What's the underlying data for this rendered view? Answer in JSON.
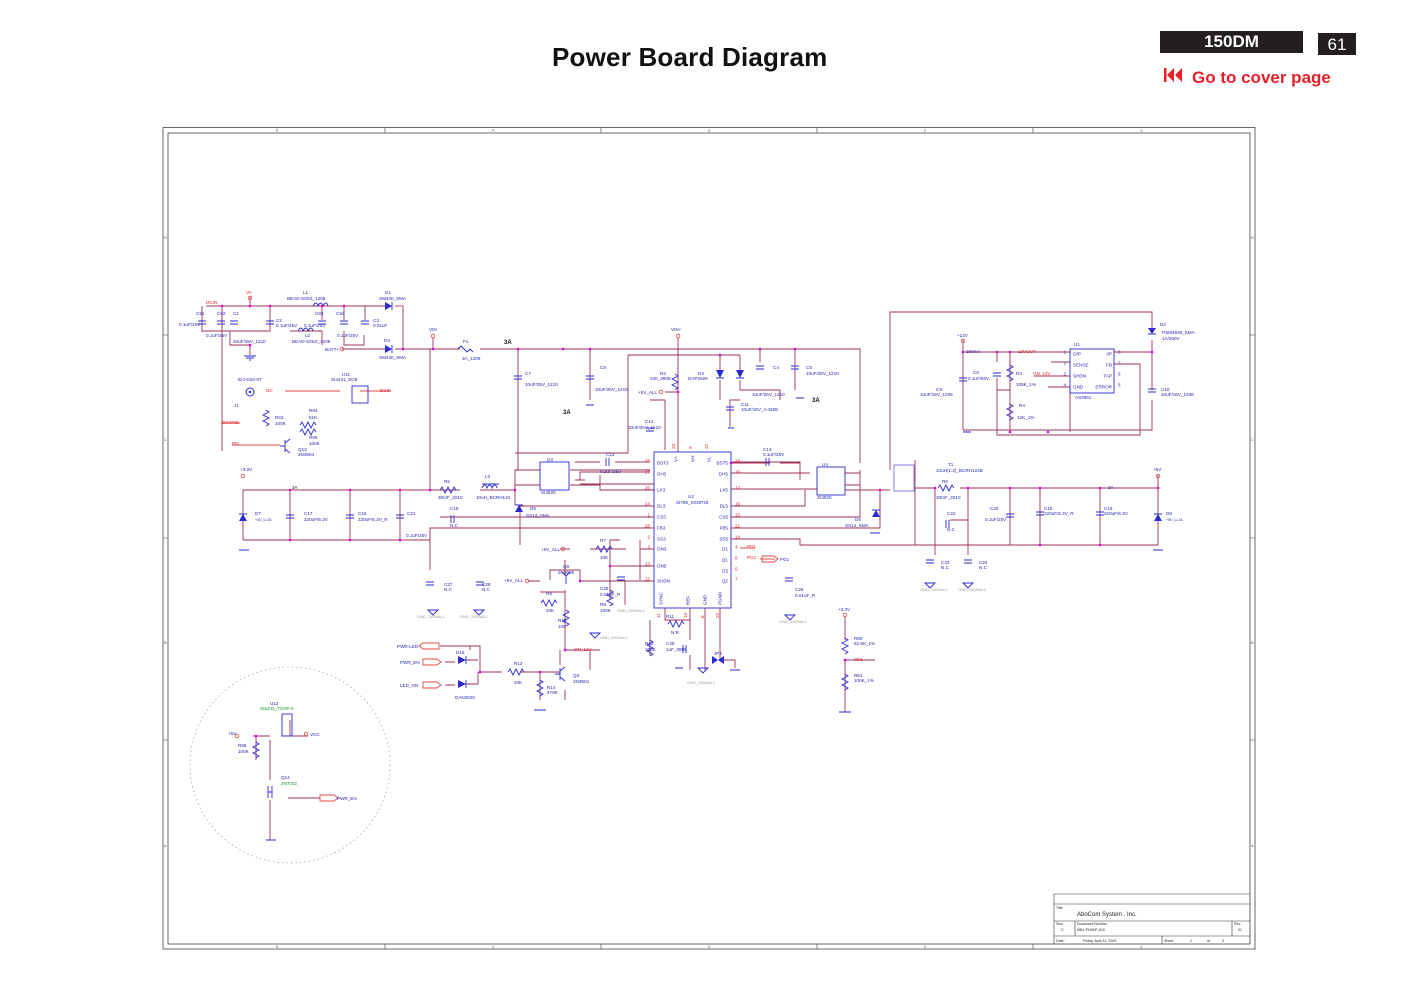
{
  "header": {
    "title": "Power Board  Diagram",
    "model": "150DM",
    "page": "61",
    "cover_link": "Go to cover page",
    "accent": "#e4202a"
  },
  "frame": {
    "columns": [
      "5",
      "4",
      "3",
      "2",
      "1"
    ],
    "rows": [
      "D",
      "C",
      "B",
      "A"
    ]
  },
  "title_block": {
    "title_label": "Title",
    "company": "AboCom System , Inc.",
    "size_label": "Size",
    "size": "C",
    "docnum_label": "Document Number",
    "docnum": "MB1-PH3KP-A10",
    "rev_label": "Rev",
    "rev": "01",
    "date_label": "Date:",
    "date": "Friday, April 11, 2003",
    "sheet_label": "Sheet",
    "sheet": "1",
    "of_label": "of",
    "sheets": "3"
  },
  "input": [
    "DCIN",
    "VA",
    "L1",
    "BEAD-S0SZ_1206",
    "D1",
    "SM340_SMA",
    "C91",
    "0.1uF/25V",
    "C92",
    "C1",
    "C2",
    "0.1uF/25V",
    "C93",
    "C94",
    "C3",
    "0.01uF",
    "0.1uF/25V",
    "10uF/25V_1210",
    "0.1uF/25V",
    "L2",
    "BEAD-S0SZ_1206",
    "0.1uF/25V",
    "BATT+",
    "D3",
    "SM340_SMA",
    "VIN",
    "F1",
    "3A_1206",
    "3A"
  ],
  "dcjack": [
    "J1",
    "IDJ-D22-6T",
    "DC",
    "DCGND",
    "PD",
    "U11",
    "SI4431_SO8",
    "DCIN",
    "R63",
    "100K",
    "R64",
    "51K",
    "R65",
    "100K",
    "Q13",
    "2N3904"
  ],
  "out33": [
    "+3.3V",
    "D7",
    "+3V_LL34",
    "3A",
    "C17",
    "220uF/6.3V",
    "C18",
    "220uF/6.3V_R",
    "C21",
    "0.1uF/25V",
    "R5",
    "30mF_2010",
    "L3",
    "10uH_BCRH124",
    "C19",
    "N.C",
    "D5",
    "SS14_SMA",
    "U3",
    "SI4920",
    "C13",
    "0.1uF/25V"
  ],
  "mid": [
    "C7",
    "10uF/25V_1210",
    "C8",
    "10uF/25V_1210",
    "3A",
    "VIN+",
    "R2",
    "100_0805",
    "D4",
    "DAP202K",
    "C4",
    "C5",
    "10uF/25V_1210",
    "+5V_ALL",
    "10uF/25V_1210",
    "C11",
    "10uF/16V_A-SIZE",
    "C12",
    "10uF/25V_1210",
    "3A",
    "C14",
    "0.1uF/25V",
    "U4",
    "SI4920",
    "D6",
    "SS14_SMA",
    "PD1",
    "PG1",
    "PG1",
    "C26",
    "0.01uF_R"
  ],
  "u2": {
    "ref": "U2",
    "part": "SI786_SSOP28",
    "left": [
      [
        "BST3",
        "25"
      ],
      [
        "DH3",
        "27"
      ],
      [
        "LX3",
        "26"
      ],
      [
        "DL3",
        "24"
      ],
      [
        "CS3",
        "1"
      ],
      [
        "FB3",
        "28"
      ],
      [
        "SS3",
        "2"
      ],
      [
        "ON3",
        "3"
      ],
      [
        "ON5",
        "13"
      ],
      [
        "SHDN",
        "12"
      ]
    ],
    "right": [
      [
        "BST5",
        "18"
      ],
      [
        "DH5",
        "16"
      ],
      [
        "LX5",
        "17"
      ],
      [
        "DL5",
        "19"
      ],
      [
        "CS5",
        "15"
      ],
      [
        "FB5",
        "21"
      ],
      [
        "SS5",
        "14"
      ],
      [
        "D1",
        "4"
      ],
      [
        "Q1",
        "8"
      ],
      [
        "D2",
        "5"
      ],
      [
        "Q2",
        "7"
      ]
    ],
    "top": [
      [
        "V+",
        "23"
      ],
      [
        "VH",
        "9"
      ],
      [
        "VL",
        "22"
      ]
    ],
    "bottom": [
      [
        "SYNC",
        "11"
      ],
      [
        "REF",
        "10"
      ],
      [
        "GND",
        "6"
      ],
      [
        "PGND",
        "20"
      ]
    ]
  },
  "control": [
    "+5V_ALL",
    "R7",
    "10K",
    "C27",
    "N.C",
    "C28",
    "N.C",
    "Q8",
    "2N3906",
    "+5V_ALL",
    "R8",
    "10K",
    "R9",
    "100K",
    "C25",
    "0.01uF_R",
    "R10",
    "10K",
    "R11",
    "N.R",
    "R12",
    "100K",
    "C29",
    "1uF_0805",
    "JP2",
    "ON_12V",
    "PWR-LED",
    "D15",
    "PWR_EN",
    "LED_ON",
    "R13",
    "10K",
    "Q3",
    "2N3904",
    "R14",
    "470K",
    "DAN202K",
    "+3.3V",
    "R60",
    "82.5K_1%",
    "PD1",
    "R61",
    "100K_1%"
  ],
  "gnd_signal": "GND_SIGNAL1",
  "vcc": [
    "U12",
    "SI6443_TSOP-6",
    "+5V",
    "VCC",
    "R66",
    "100K",
    "Q14",
    "2N7002",
    "PWR_EN"
  ],
  "reg12": [
    "D2",
    "PSM4935_SMA",
    "1A/200V",
    "+12V",
    "150mA",
    "12VOUT",
    "U1",
    "C6",
    "0.1uF/50V",
    "R3",
    "105K_1%",
    "ON_12V",
    "C9",
    "10uF/16V_1206",
    "R4",
    "12K_1%",
    "AS2951",
    "C10",
    "10uF/16V_1206"
  ],
  "u1": {
    "left": [
      [
        "O/P",
        "1"
      ],
      [
        "SENSE",
        "2"
      ],
      [
        "SHDN",
        "3"
      ],
      [
        "GND",
        "4"
      ]
    ],
    "right": [
      [
        "I/P",
        "8"
      ],
      [
        "FB",
        "7"
      ],
      [
        "TAP",
        "6"
      ],
      [
        "ERROR",
        "5"
      ]
    ]
  },
  "out5": [
    "T1",
    "10uH(1:2)_BCRH124B",
    "R6",
    "30mF_2010",
    "C22",
    "N.C",
    "C20",
    "0.1uF/25V",
    "C15",
    "220uF/6.3V_R",
    "C16",
    "220uF/6.3V",
    "+5V",
    "3A",
    "D8",
    "+5V_LL34",
    "C23",
    "N.C",
    "C24",
    "N.C"
  ]
}
